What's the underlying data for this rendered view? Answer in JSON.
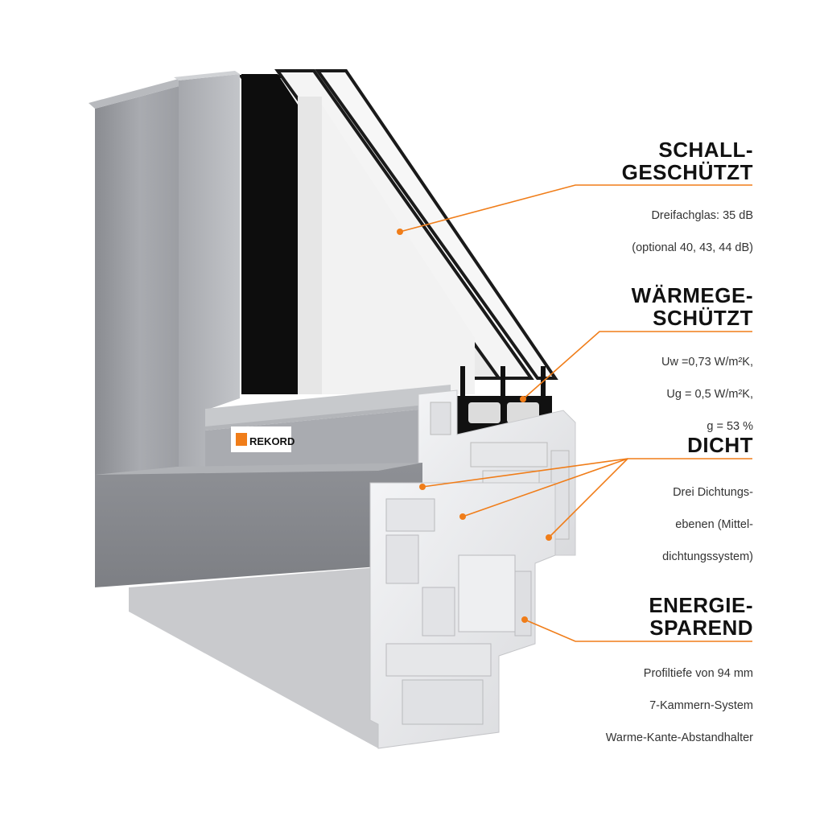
{
  "logo": {
    "text": "REKORD",
    "accent": "#f07d19"
  },
  "colors": {
    "accent": "#f07d19",
    "frame": "#9c9ea3",
    "pvc": "#ecedef",
    "glass_edge": "#111111"
  },
  "features": [
    {
      "title": "SCHALL-\nGESCHÜTZT",
      "lines": [
        "Dreifachglas: 35 dB",
        "(optional 40, 43, 44 dB)"
      ]
    },
    {
      "title": "WÄRMEGE-\nSCHÜTZT",
      "lines": [
        "Uw =0,73 W/m²K,",
        "Ug = 0,5 W/m²K,",
        "g = 53 %"
      ]
    },
    {
      "title": "DICHT",
      "lines": [
        "Drei Dichtungs-",
        "ebenen (Mittel-",
        "dichtungssystem)"
      ]
    },
    {
      "title": "ENERGIE-\nSPAREND",
      "lines": [
        "Profiltiefe von 94 mm",
        "7-Kammern-System",
        "Warme-Kante-Abstandhalter"
      ]
    }
  ]
}
